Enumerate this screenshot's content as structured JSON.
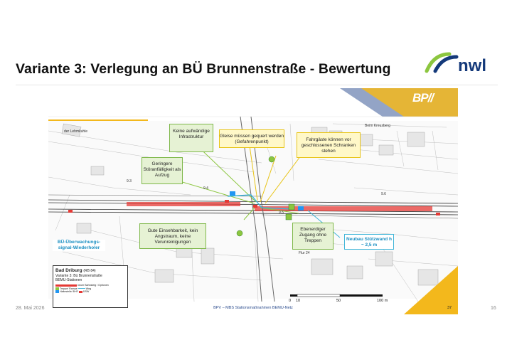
{
  "header": {
    "title": "Variante 3: Verlegung an BÜ Brunnenstraße - Bewertung",
    "logo_text": "nwl"
  },
  "footer": {
    "date": "28. Mai 2026",
    "page": "16"
  },
  "slide": {
    "bpv_logo": "BP//",
    "footer_text": "BPV – MBS Stationsmaßnahmen BEMU-Netz",
    "slide_number": "37",
    "callouts": [
      {
        "text": "Keine aufwändige Infrastruktur",
        "kind": "green"
      },
      {
        "text": "Gleise müssen gequert werden (Gefahrenpunkt)",
        "kind": "yellow"
      },
      {
        "text": "Fahrgäste können vor geschlossenen Schranken stehen",
        "kind": "yellow"
      },
      {
        "text": "Geringere Störanfälligkeit als Aufzug",
        "kind": "green"
      },
      {
        "text": "Gute Einsehbarkeit, kein Angstraum, keine Verunreinigungen",
        "kind": "green"
      },
      {
        "text": "Ebenerdiger Zugang ohne Treppen",
        "kind": "green"
      },
      {
        "text": "Neubau Stützwand h ~ 2,5 m",
        "kind": "blue"
      }
    ],
    "bue_label": "BÜ-Überwachungs-signal-Wiederholer",
    "legend": {
      "title": "Bad Driburg",
      "title_suffix": "(RB 84)",
      "line1": "Variante 3: Bü Brunnenstraße",
      "line2": "BEMU-Stationen",
      "item_platform": "neuer Bahnsteig / Optionen",
      "item_stairs": "Treppe/ Rampe",
      "item_way": "Weg",
      "item_stop": "Haltestelle/ B+R",
      "item_bue": "ÜSW"
    },
    "scale": {
      "t0": "0",
      "t1": "10",
      "t2": "50",
      "t3": "100 m"
    },
    "plan_labels": {
      "lehmkuhle": "der Lehmkuhle",
      "kreuzberg": "Beim Kreuzberg",
      "km1": "9.3",
      "km2": "9.4",
      "km3": "9.5",
      "km4": "9.6",
      "flur": "Flur 24"
    }
  },
  "colors": {
    "accent_navy": "#14397a",
    "accent_green": "#8cc63f",
    "callout_green_bg": "#e6f2d4",
    "callout_yellow_bg": "#fff8c8",
    "highlight_blue": "#1b8fc2",
    "platform_red": "#e53935",
    "bpv_gold": "#f3b81c"
  }
}
